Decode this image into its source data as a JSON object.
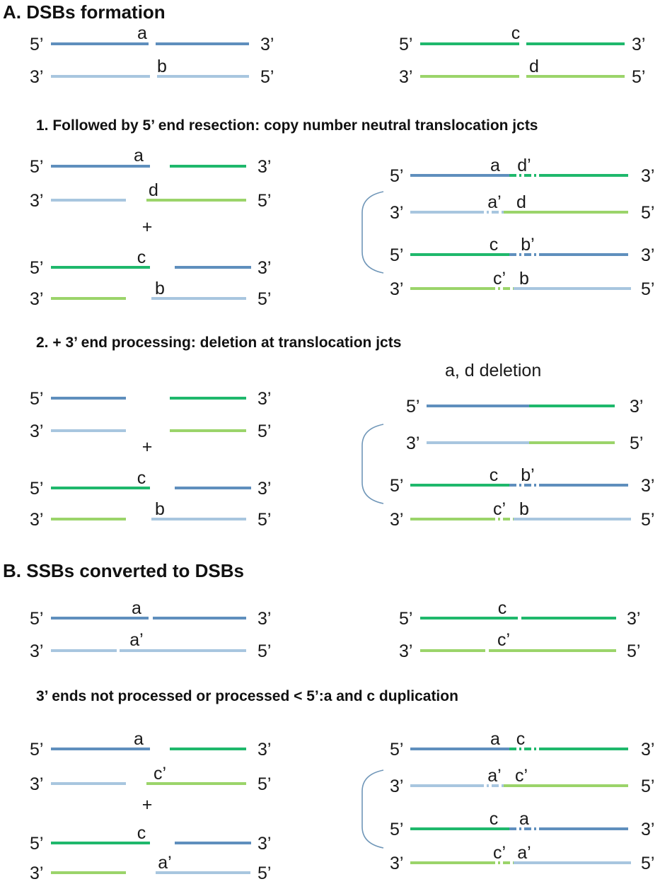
{
  "colors": {
    "dark_blue": "#5f8fbd",
    "light_blue": "#a8c6df",
    "dark_green": "#1fb86c",
    "light_green": "#9bd46a",
    "bracket": "#6f96b8"
  },
  "headings": {
    "A": "A.  DSBs formation",
    "A1": "1. Followed by 5’ end resection: copy number neutral translocation jcts",
    "A2": "2.  + 3’ end processing: deletion at translocation jcts",
    "A2_result": "a, d deletion",
    "B": "B.  SSBs converted to DSBs",
    "B1": "3’ ends not processed or processed < 5’:a and c duplication"
  },
  "end_labels": {
    "five": "5’",
    "three": "3’"
  },
  "plus": "+",
  "break_labels": {
    "a": "a",
    "b": "b",
    "c": "c",
    "d": "d",
    "a_prime": "a’",
    "b_prime": "b’",
    "c_prime": "c’",
    "d_prime": "d’"
  }
}
